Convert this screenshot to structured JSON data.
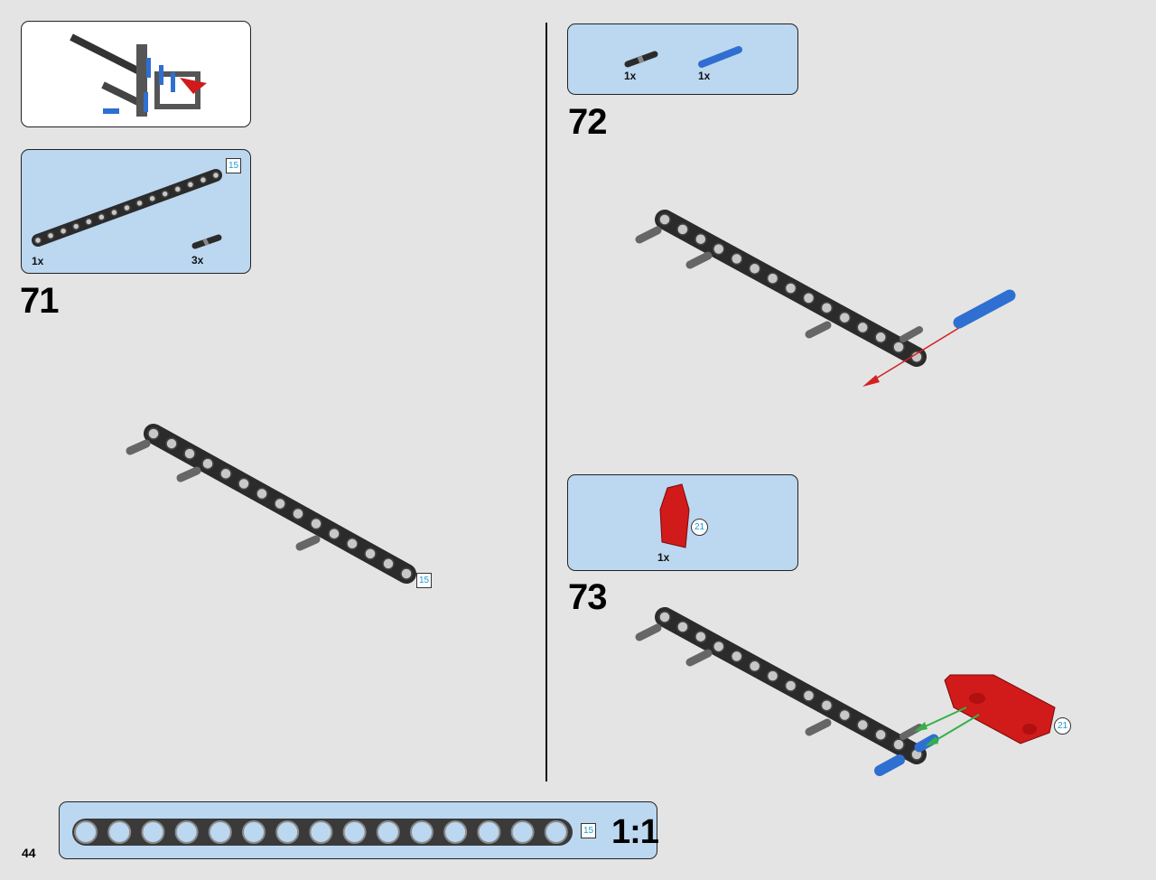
{
  "page": {
    "number": "44"
  },
  "prev_step_thumbnail": {
    "description_icon": "previous-assembly-thumbnail"
  },
  "step71": {
    "number": "71",
    "parts": [
      {
        "qty": "1x",
        "icon": "beam-15-icon"
      },
      {
        "qty": "3x",
        "icon": "axle-pin-black-icon"
      }
    ],
    "beam_length": "15",
    "model_label": "15"
  },
  "step72": {
    "number": "72",
    "parts": [
      {
        "qty": "1x",
        "icon": "axle-pin-black-icon"
      },
      {
        "qty": "1x",
        "icon": "axle-pin-blue-icon"
      }
    ]
  },
  "step73": {
    "number": "73",
    "parts": [
      {
        "qty": "1x",
        "icon": "red-panel-icon"
      }
    ],
    "callout": "21",
    "model_callout": "21"
  },
  "ruler": {
    "holes": 15,
    "length_label": "15",
    "scale_label": "1:1"
  },
  "colors": {
    "panel_blue": "#bcd7f0",
    "beam_black": "#2b2b2b",
    "pin_blue": "#2f6fd1",
    "part_red": "#d11a1a",
    "arrow_red": "#d42020",
    "arrow_green": "#35b04a",
    "label_blue": "#1a9bd0"
  }
}
